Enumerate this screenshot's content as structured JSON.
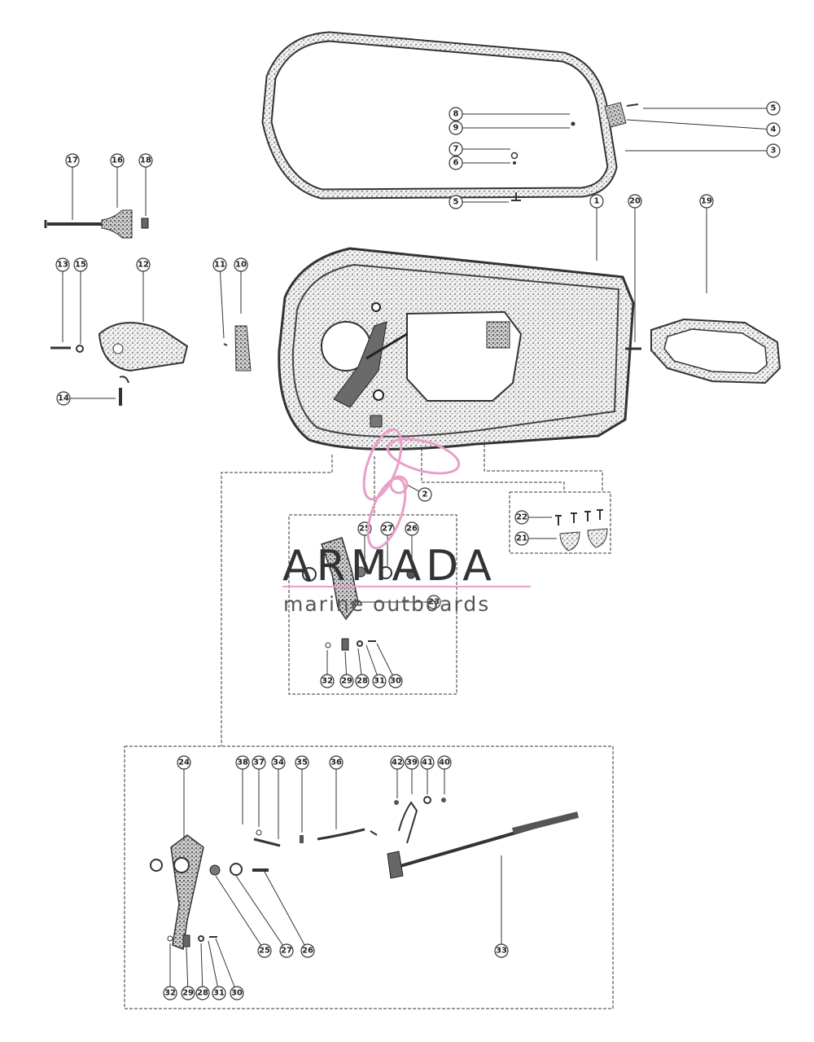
{
  "diagram": {
    "callouts": [
      "1",
      "2",
      "3",
      "4",
      "5",
      "6",
      "7",
      "8",
      "9",
      "10",
      "11",
      "12",
      "13",
      "14",
      "15",
      "16",
      "17",
      "18",
      "19",
      "20",
      "21",
      "22",
      "23",
      "24",
      "25",
      "26",
      "27",
      "28",
      "29",
      "30",
      "31",
      "32",
      "33",
      "34",
      "35",
      "36",
      "37",
      "38",
      "39",
      "40",
      "41",
      "42"
    ]
  },
  "watermark": {
    "brand": "ARMADA",
    "tagline": "marine outboards",
    "color": "#e8a0c8"
  }
}
